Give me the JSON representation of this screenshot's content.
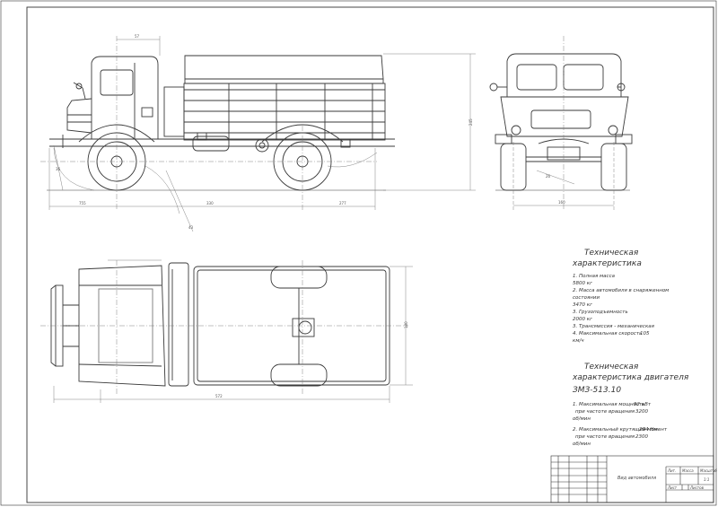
{
  "spec_vehicle": {
    "heading_1": "Техническая",
    "heading_2": "характеристика",
    "lines": [
      "1. Полная масса",
      "5800 кг",
      "2. Масса автомобиля в снаряженном",
      "состоянии",
      "3470 кг",
      "3. Грузоподъемность",
      "2000 кг",
      "3. Трансмиссия - механическая",
      "4. Максимальная скорость",
      "км/ч"
    ],
    "max_speed_value": "105"
  },
  "spec_engine": {
    "heading_1": "Техническая",
    "heading_2": "характеристика двигателя",
    "model": "ЗМЗ-513.10",
    "power_label": "1. Максимальная мощность",
    "power_value": "92 кВт",
    "power_freq_label": "при частоте вращения",
    "power_freq_value": "3200",
    "power_unit": "об/мин",
    "torque_label": "2. Максимальный крутящий момент",
    "torque_value": "294 Нм",
    "torque_freq_label": "при частоте вращения",
    "torque_freq_value": "2300",
    "torque_unit": "об/мин"
  },
  "title_block": {
    "drawing_title": "Вид автомобиля",
    "sheet_label": "Лист",
    "sheets_label": "Листов",
    "mass_label": "Масса",
    "scale_label": "Масштаб",
    "scale_value": "1:1",
    "mark_label": "Лит."
  },
  "colors": {
    "line": "#3a3a3a",
    "thin": "#777777",
    "paper": "#ffffff"
  }
}
